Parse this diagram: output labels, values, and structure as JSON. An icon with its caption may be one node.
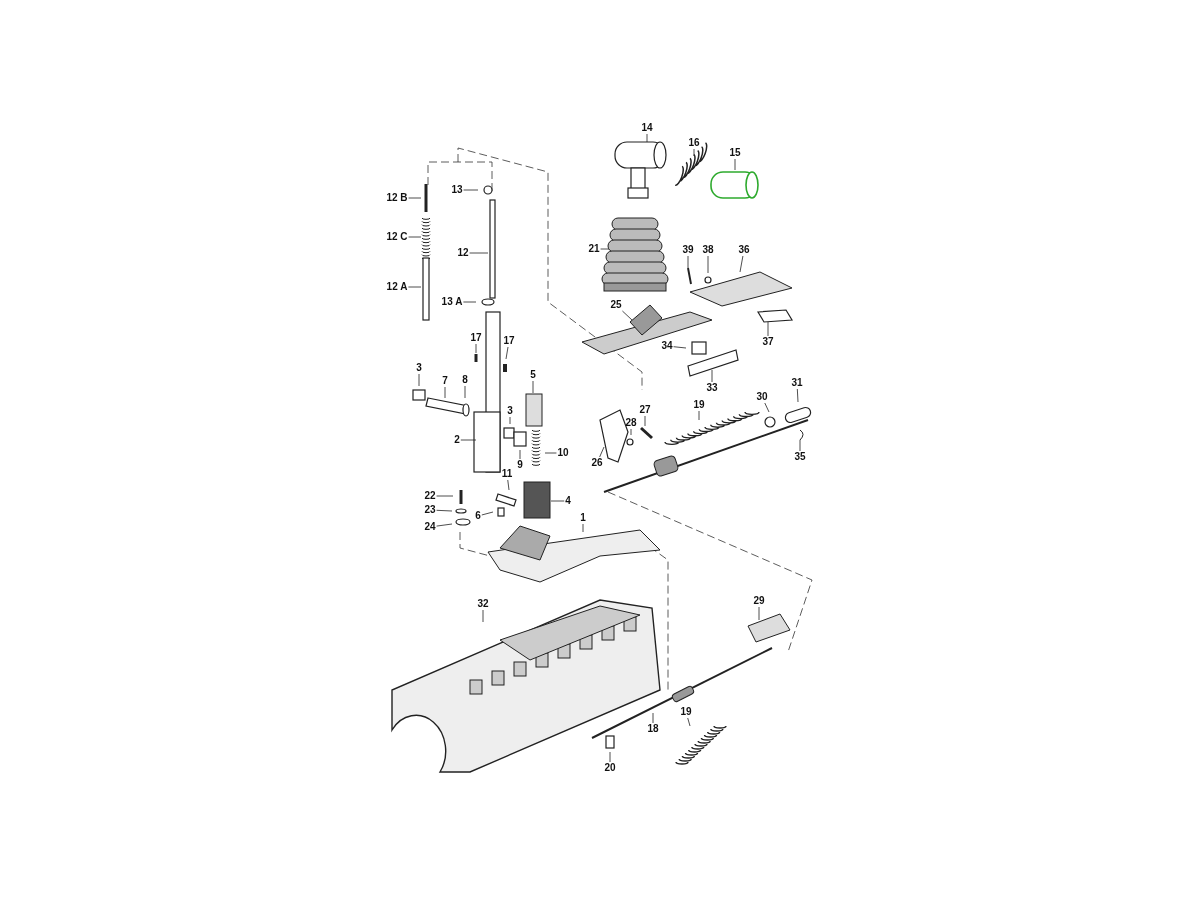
{
  "diagram": {
    "nodes": [
      {
        "text": [
          "14"
        ]
      },
      {
        "text": [
          "16"
        ]
      },
      {
        "text": [
          "15"
        ]
      },
      {
        "text": [
          "13"
        ]
      },
      {
        "text": [
          "12 B"
        ]
      },
      {
        "text": [
          "12 C"
        ]
      },
      {
        "text": [
          "21"
        ]
      },
      {
        "text": [
          "39"
        ]
      },
      {
        "text": [
          "38"
        ]
      },
      {
        "text": [
          "36"
        ]
      },
      {
        "text": [
          "12"
        ]
      },
      {
        "text": [
          "12 A"
        ]
      },
      {
        "text": [
          "13 A"
        ]
      },
      {
        "text": [
          "25"
        ]
      },
      {
        "text": [
          "17"
        ]
      },
      {
        "text": [
          "37"
        ]
      },
      {
        "text": [
          "34"
        ]
      },
      {
        "text": [
          "17"
        ]
      },
      {
        "text": [
          "3"
        ]
      },
      {
        "text": [
          "5"
        ]
      },
      {
        "text": [
          "7"
        ]
      },
      {
        "text": [
          "8"
        ]
      },
      {
        "text": [
          "33"
        ]
      },
      {
        "text": [
          "31"
        ]
      },
      {
        "text": [
          "30"
        ]
      },
      {
        "text": [
          "19"
        ]
      },
      {
        "text": [
          "27"
        ]
      },
      {
        "text": [
          "3"
        ]
      },
      {
        "text": [
          "28"
        ]
      },
      {
        "text": [
          "2"
        ]
      },
      {
        "text": [
          "10"
        ]
      },
      {
        "text": [
          "26"
        ]
      },
      {
        "text": [
          "35"
        ]
      },
      {
        "text": [
          "9"
        ]
      },
      {
        "text": [
          "11"
        ]
      },
      {
        "text": [
          "22"
        ]
      },
      {
        "text": [
          "4"
        ]
      },
      {
        "text": [
          "23"
        ]
      },
      {
        "text": [
          "6"
        ]
      },
      {
        "text": [
          "1"
        ]
      },
      {
        "text": [
          "24"
        ]
      },
      {
        "text": [
          "29"
        ]
      },
      {
        "text": [
          "32"
        ]
      },
      {
        "text": [
          "19"
        ]
      },
      {
        "text": [
          "18"
        ]
      },
      {
        "text": [
          "20"
        ]
      }
    ],
    "edges": [
      {
        "from": 0,
        "to": null,
        "arrow": "none"
      },
      {
        "from": 1,
        "to": null,
        "arrow": "none"
      },
      {
        "from": 2,
        "to": null,
        "arrow": "none"
      },
      {
        "from": 3,
        "to": null,
        "arrow": "none"
      },
      {
        "from": 4,
        "to": null,
        "arrow": "none"
      },
      {
        "from": 5,
        "to": null,
        "arrow": "none"
      },
      {
        "from": 6,
        "to": null,
        "arrow": "none"
      },
      {
        "from": 7,
        "to": null,
        "arrow": "none"
      },
      {
        "from": 8,
        "to": null,
        "arrow": "none"
      },
      {
        "from": 9,
        "to": null,
        "arrow": "none"
      },
      {
        "from": 10,
        "to": null,
        "arrow": "none"
      },
      {
        "from": 11,
        "to": null,
        "arrow": "none"
      },
      {
        "from": 12,
        "to": null,
        "arrow": "none"
      },
      {
        "from": 13,
        "to": null,
        "arrow": "none"
      },
      {
        "from": 14,
        "to": null,
        "arrow": "none"
      },
      {
        "from": 15,
        "to": null,
        "arrow": "none"
      },
      {
        "from": 16,
        "to": null,
        "arrow": "none"
      },
      {
        "from": 17,
        "to": null,
        "arrow": "none"
      },
      {
        "from": 18,
        "to": null,
        "arrow": "none"
      },
      {
        "from": 19,
        "to": null,
        "arrow": "none"
      },
      {
        "from": 20,
        "to": null,
        "arrow": "none"
      },
      {
        "from": 21,
        "to": null,
        "arrow": "none"
      },
      {
        "from": 22,
        "to": null,
        "arrow": "none"
      },
      {
        "from": 23,
        "to": null,
        "arrow": "none"
      },
      {
        "from": 24,
        "to": null,
        "arrow": "none"
      },
      {
        "from": 25,
        "to": null,
        "arrow": "none"
      },
      {
        "from": 26,
        "to": null,
        "arrow": "none"
      },
      {
        "from": 27,
        "to": null,
        "arrow": "none"
      },
      {
        "from": 28,
        "to": null,
        "arrow": "none"
      },
      {
        "from": 29,
        "to": null,
        "arrow": "none"
      },
      {
        "from": 30,
        "to": null,
        "arrow": "none"
      },
      {
        "from": 31,
        "to": null,
        "arrow": "none"
      },
      {
        "from": 32,
        "to": null,
        "arrow": "none"
      },
      {
        "from": 33,
        "to": null,
        "arrow": "none"
      },
      {
        "from": 34,
        "to": null,
        "arrow": "none"
      },
      {
        "from": 35,
        "to": null,
        "arrow": "none"
      },
      {
        "from": 36,
        "to": null,
        "arrow": "none"
      },
      {
        "from": 37,
        "to": null,
        "arrow": "none"
      },
      {
        "from": 38,
        "to": null,
        "arrow": "none"
      },
      {
        "from": 39,
        "to": null,
        "arrow": "none"
      },
      {
        "from": 40,
        "to": null,
        "arrow": "none"
      },
      {
        "from": 41,
        "to": null,
        "arrow": "none"
      },
      {
        "from": 42,
        "to": null,
        "arrow": "none"
      },
      {
        "from": 43,
        "to": null,
        "arrow": "none"
      },
      {
        "from": 44,
        "to": null,
        "arrow": "none"
      },
      {
        "from": 45,
        "to": null,
        "arrow": "none"
      }
    ]
  }
}
